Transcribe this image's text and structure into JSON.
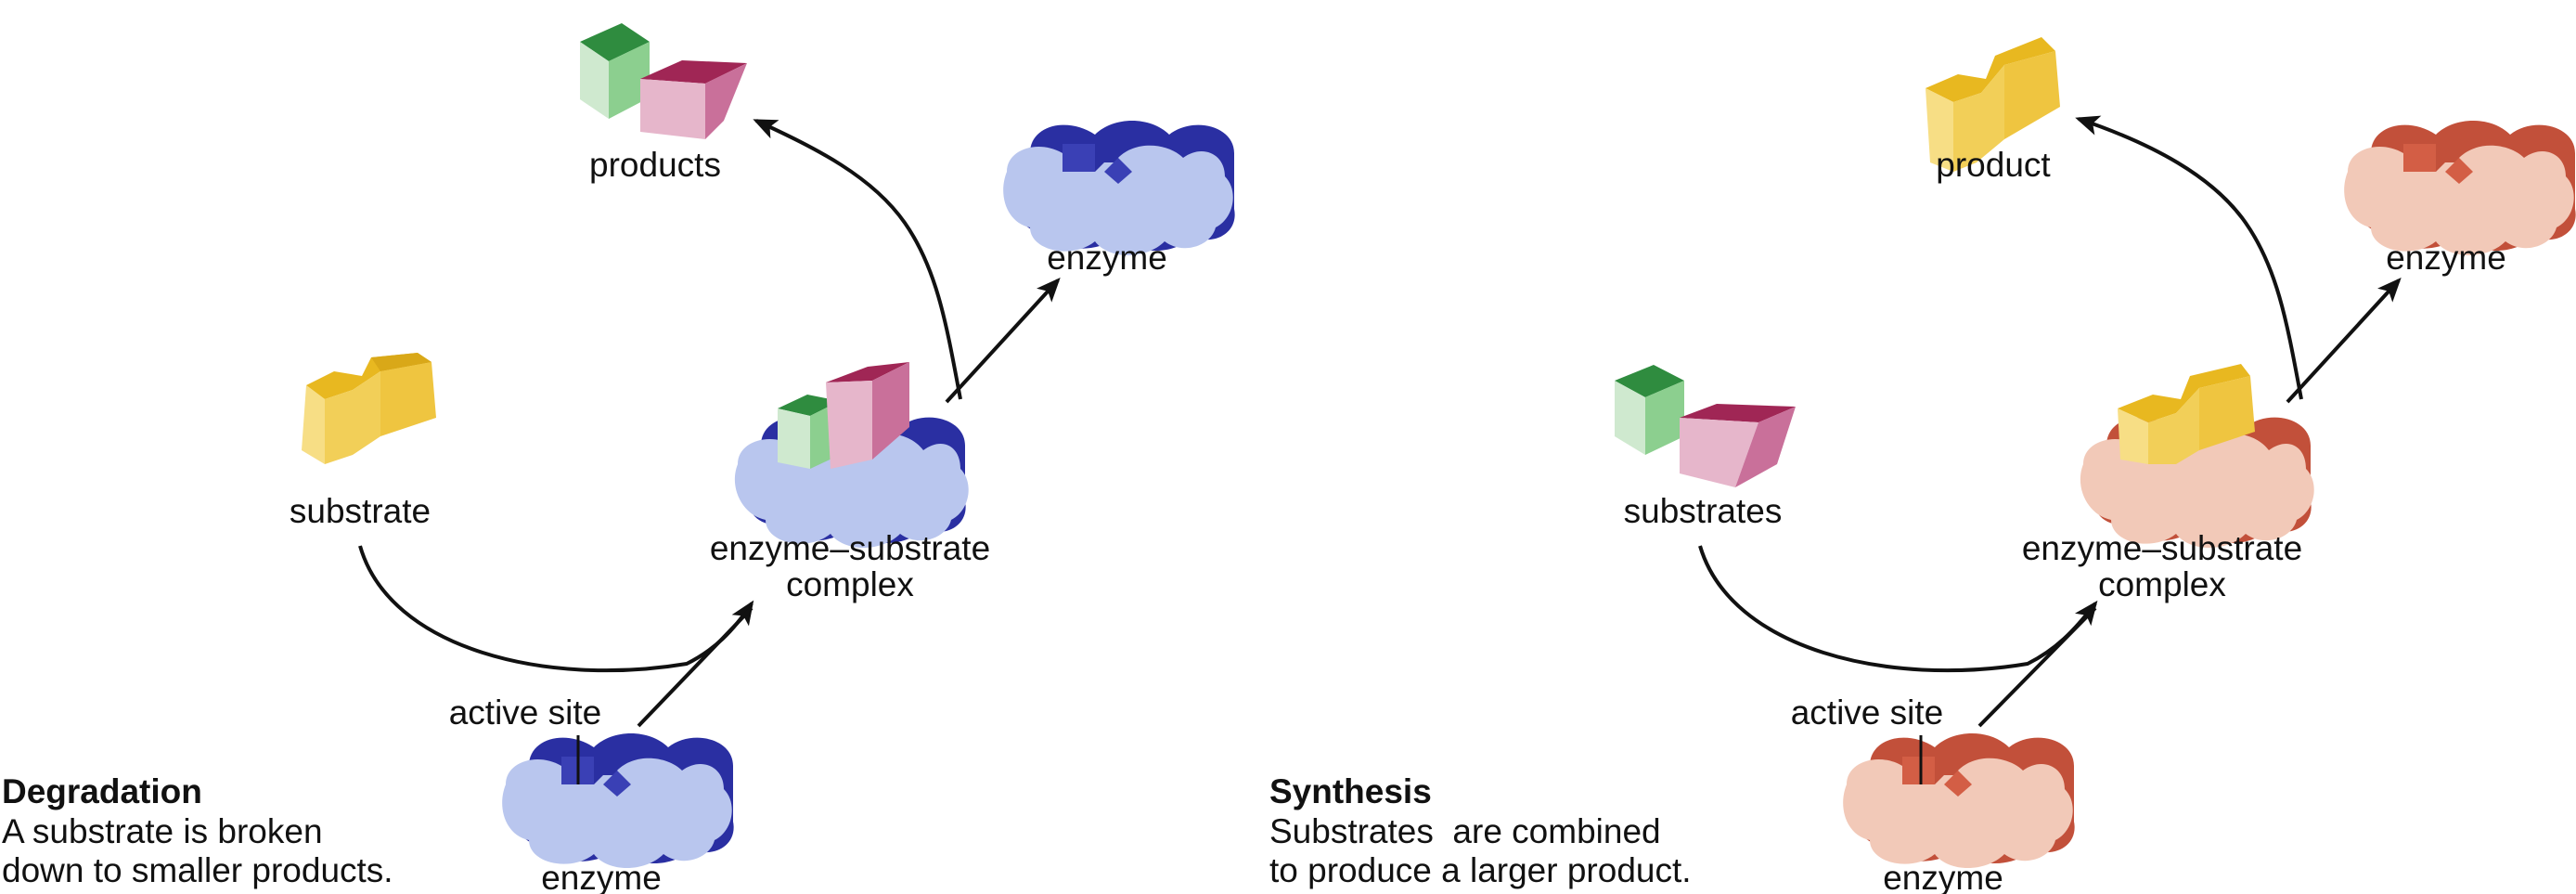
{
  "colors": {
    "blue_enzyme": "#b9c6ee",
    "blue_enzyme_dark": "#2a2fa2",
    "red_enzyme": "#f2c9b8",
    "red_enzyme_dark": "#c2503a",
    "substrate_yellow": "#f3cf45",
    "cube_green": "#3e9f4d",
    "cube_pink": "#c0416f",
    "arrow": "#111111"
  },
  "degradation": {
    "title": "Degradation",
    "desc_line1": "A substrate is broken",
    "desc_line2": "down to smaller products.",
    "labels": {
      "products": "products",
      "enzyme_top": "enzyme",
      "substrate": "substrate",
      "complex_line1": "enzyme–substrate",
      "complex_line2": "complex",
      "active_site": "active site",
      "enzyme_bottom": "enzyme"
    }
  },
  "synthesis": {
    "title": "Synthesis",
    "desc_line1": "Substrates  are combined",
    "desc_line2": "to produce a larger product.",
    "labels": {
      "product": "product",
      "enzyme_top": "enzyme",
      "substrates": "substrates",
      "complex_line1": "enzyme–substrate",
      "complex_line2": "complex",
      "active_site": "active site",
      "enzyme_bottom": "enzyme"
    }
  }
}
